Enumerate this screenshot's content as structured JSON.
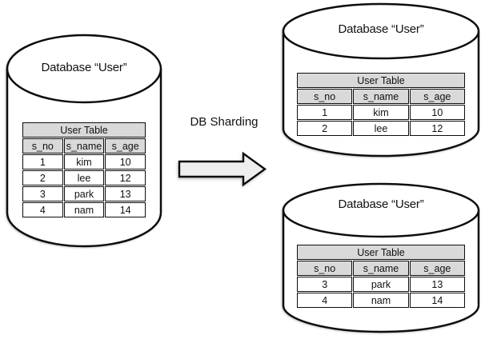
{
  "colors": {
    "canvas_bg": "#ffffff",
    "line_color": "#0d0d0d",
    "text_color": "#111111",
    "shape_fill": "#ffffff",
    "cell_bg": "#ffffff",
    "table_header_bg": "#d9d9d9",
    "arrow_fill": "#eeeeee"
  },
  "process_label": "DB Sharding",
  "source_db": {
    "title": "Database “User”",
    "table": {
      "title": "User Table",
      "columns": [
        "s_no",
        "s_name",
        "s_age"
      ],
      "rows": [
        [
          "1",
          "kim",
          "10"
        ],
        [
          "2",
          "lee",
          "12"
        ],
        [
          "3",
          "park",
          "13"
        ],
        [
          "4",
          "nam",
          "14"
        ]
      ]
    }
  },
  "shard_dbs": [
    {
      "title": "Database “User”",
      "table": {
        "title": "User Table",
        "columns": [
          "s_no",
          "s_name",
          "s_age"
        ],
        "rows": [
          [
            "1",
            "kim",
            "10"
          ],
          [
            "2",
            "lee",
            "12"
          ]
        ]
      }
    },
    {
      "title": "Database “User”",
      "table": {
        "title": "User Table",
        "columns": [
          "s_no",
          "s_name",
          "s_age"
        ],
        "rows": [
          [
            "3",
            "park",
            "13"
          ],
          [
            "4",
            "nam",
            "14"
          ]
        ]
      }
    }
  ]
}
